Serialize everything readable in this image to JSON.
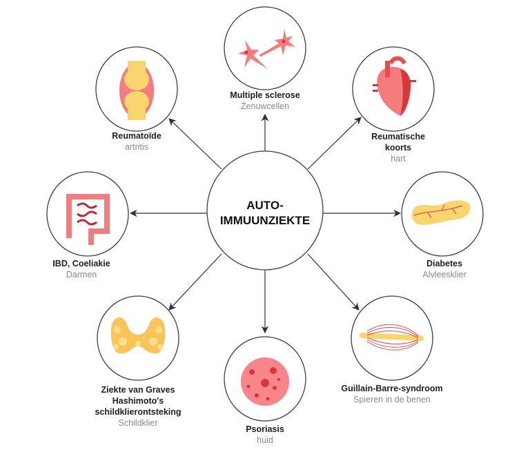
{
  "center": {
    "line1": "AUTO-",
    "line2": "IMMUUNZIEKTE"
  },
  "colors": {
    "stroke": "#3a3a4a",
    "arrow": "#2c2c44",
    "pink": "#f26d6d",
    "red": "#d8353d",
    "yellow": "#f9d56e"
  },
  "nodes": [
    {
      "id": "ms",
      "title": [
        "Multiple sclerose"
      ],
      "subtitle": "Zenuwcellen",
      "icon": "neuron-icon"
    },
    {
      "id": "ra",
      "title": [
        "Reumatoïde"
      ],
      "subtitle": "artritis",
      "icon": "joint-icon"
    },
    {
      "id": "rf",
      "title": [
        "Reumatische",
        "koorts"
      ],
      "subtitle": "hart",
      "icon": "heart-icon"
    },
    {
      "id": "ibd",
      "title": [
        "IBD, Coeliakie"
      ],
      "subtitle": "Darmen",
      "icon": "intestine-icon"
    },
    {
      "id": "dm",
      "title": [
        "Diabetes"
      ],
      "subtitle": "Alvleesklier",
      "icon": "pancreas-icon"
    },
    {
      "id": "thy",
      "title": [
        "Ziekte van Graves",
        "Hashimoto's",
        "schildklierontsteking"
      ],
      "subtitle": "Schildklier",
      "icon": "thyroid-icon"
    },
    {
      "id": "pso",
      "title": [
        "Psoriasis"
      ],
      "subtitle": "huid",
      "icon": "skin-icon"
    },
    {
      "id": "gbs",
      "title": [
        "Guillain-Barre-syndroom"
      ],
      "subtitle": "Spieren in de benen",
      "icon": "muscle-icon"
    }
  ]
}
